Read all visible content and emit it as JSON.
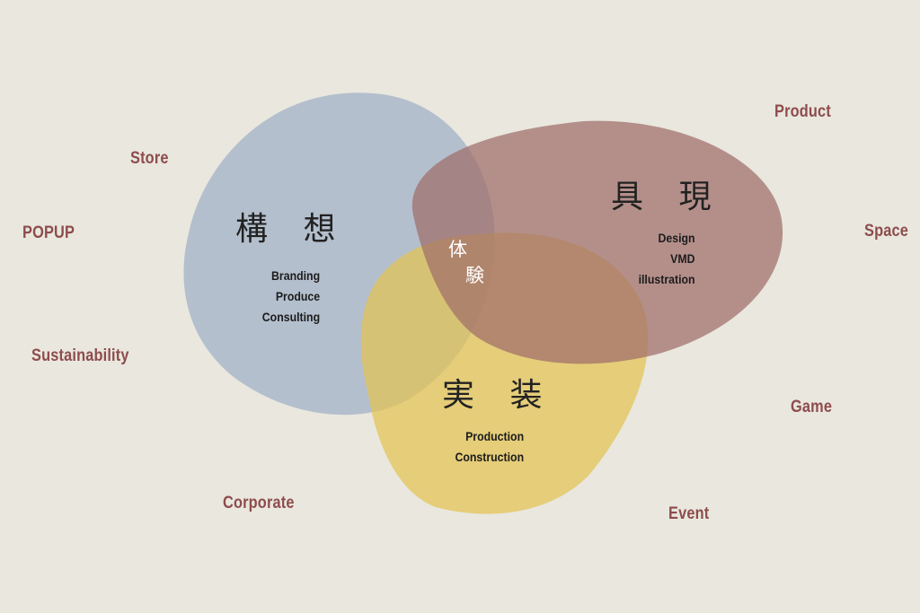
{
  "circles": {
    "kousou": {
      "title": "構 想",
      "items": [
        "Branding",
        "Produce",
        "Consulting"
      ],
      "color": "#a8b6c9"
    },
    "gugen": {
      "title": "具 現",
      "items": [
        "Design",
        "VMD",
        "illustration"
      ],
      "color": "#9f6d6a"
    },
    "jissou": {
      "title": "実 装",
      "items": [
        "Production",
        "Construction"
      ],
      "color": "#e3c352"
    }
  },
  "center": {
    "char1": "体",
    "char2": "験"
  },
  "outer_labels": {
    "store": "Store",
    "popup": "POPUP",
    "sustainability": "Sustainability",
    "corporate": "Corporate",
    "product": "Product",
    "space": "Space",
    "game": "Game",
    "event": "Event"
  },
  "colors": {
    "background": "#e9e7de",
    "outer_label": "#8e4c4c"
  }
}
